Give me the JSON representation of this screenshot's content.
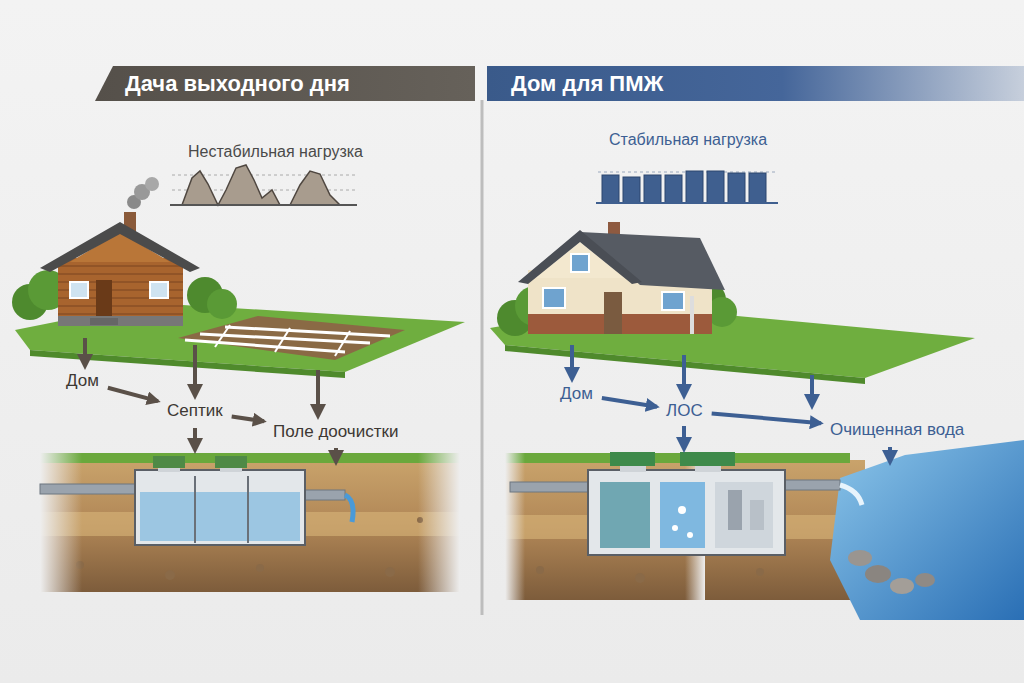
{
  "diagram": {
    "nodes": [
      {
        "text": [
          "Дача выходного дня"
        ]
      },
      {
        "text": [
          "Дом для ПМЖ"
        ]
      },
      {
        "text": [
          "Дом"
        ]
      },
      {
        "text": [
          "Септик"
        ]
      },
      {
        "text": [
          "Поле доочистки"
        ]
      },
      {
        "text": [
          "Дом"
        ]
      },
      {
        "text": [
          "ЛОС"
        ]
      },
      {
        "text": [
          "Очищенная вода"
        ]
      }
    ],
    "edges": [
      {
        "from": 2,
        "to": 3,
        "arrow": "to"
      },
      {
        "from": 3,
        "to": 4,
        "arrow": "to"
      },
      {
        "from": 5,
        "to": 6,
        "arrow": "to"
      },
      {
        "from": 6,
        "to": 7,
        "arrow": "to"
      }
    ],
    "labels": [
      "Нестабильная нагрузка",
      "Стабильная нагрузка"
    ]
  }
}
